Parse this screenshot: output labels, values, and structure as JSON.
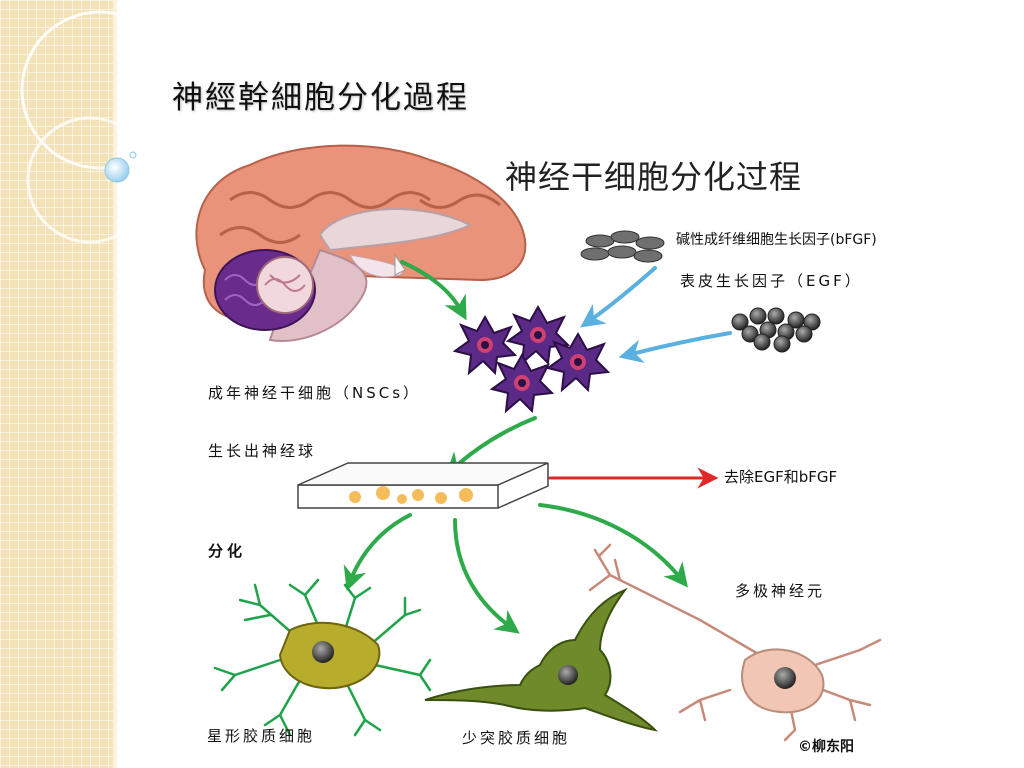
{
  "slide": {
    "title": "神經幹細胞分化過程"
  },
  "diagram": {
    "title": "神经干细胞分化过程",
    "labels": {
      "bfgf": "碱性成纤维细胞生长因子(bFGF)",
      "egf": "表皮生长因子（EGF）",
      "nscs": "成年神经干细胞（NSCs）",
      "neurosphere": "生长出神经球",
      "remove": "去除EGF和bFGF",
      "differentiation": "分化",
      "multipolar_neuron": "多极神经元",
      "astrocyte": "星形胶质细胞",
      "oligodendrocyte": "少突胶质细胞",
      "copyright": "©柳东阳"
    }
  },
  "colors": {
    "sidebar": "#f3e2b8",
    "brain": "#e8937a",
    "cerebellum": "#6a2c8c",
    "stem_cell": "#5b2a86",
    "astrocyte": "#b8ac2c",
    "oligodendrocyte": "#6e8a2a",
    "neuron": "#f2c6b4",
    "arrow_green": "#2faa4a",
    "arrow_blue": "#5ab0e0",
    "arrow_red": "#e02828"
  }
}
